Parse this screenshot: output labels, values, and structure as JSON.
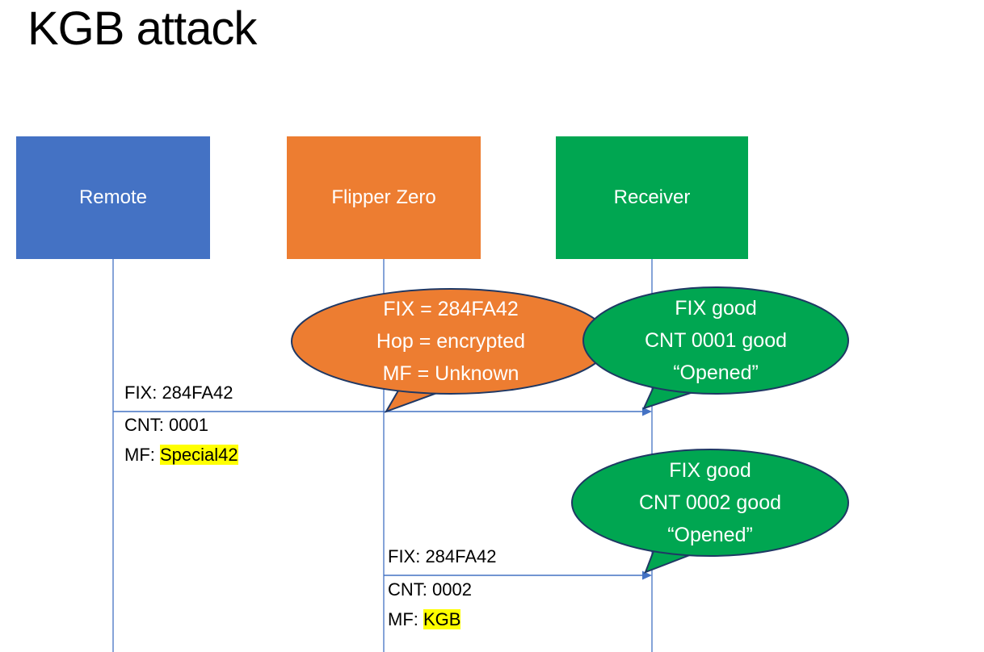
{
  "title": "KGB attack",
  "colors": {
    "remote_box": "#4472C4",
    "flipper_box": "#ED7D31",
    "receiver_box": "#00A651",
    "callout_outline": "#1F3864",
    "line_and_arrow": "#4472C4",
    "highlight": "#FFFF00",
    "box_text": "#FFFFFF",
    "label_text": "#000000"
  },
  "actors": [
    {
      "id": "remote",
      "label": "Remote"
    },
    {
      "id": "flipper-zero",
      "label": "Flipper Zero"
    },
    {
      "id": "receiver",
      "label": "Receiver"
    }
  ],
  "callouts": [
    {
      "id": "flipper-analysis",
      "lines": [
        "FIX = 284FA42",
        "Hop = encrypted",
        "MF = Unknown"
      ]
    },
    {
      "id": "receiver-response-1",
      "lines": [
        "FIX good",
        "CNT 0001 good",
        "“Opened”"
      ]
    },
    {
      "id": "receiver-response-2",
      "lines": [
        "FIX good",
        "CNT 0002 good",
        "“Opened”"
      ]
    }
  ],
  "messages": [
    {
      "id": "remote-to-receiver",
      "fix": "FIX: 284FA42",
      "cnt": "CNT: 0001",
      "mf_label": "MF: ",
      "mf_value": "Special42"
    },
    {
      "id": "flipper-to-receiver",
      "fix": "FIX: 284FA42",
      "cnt": "CNT: 0002",
      "mf_label": "MF: ",
      "mf_value": "KGB"
    }
  ]
}
